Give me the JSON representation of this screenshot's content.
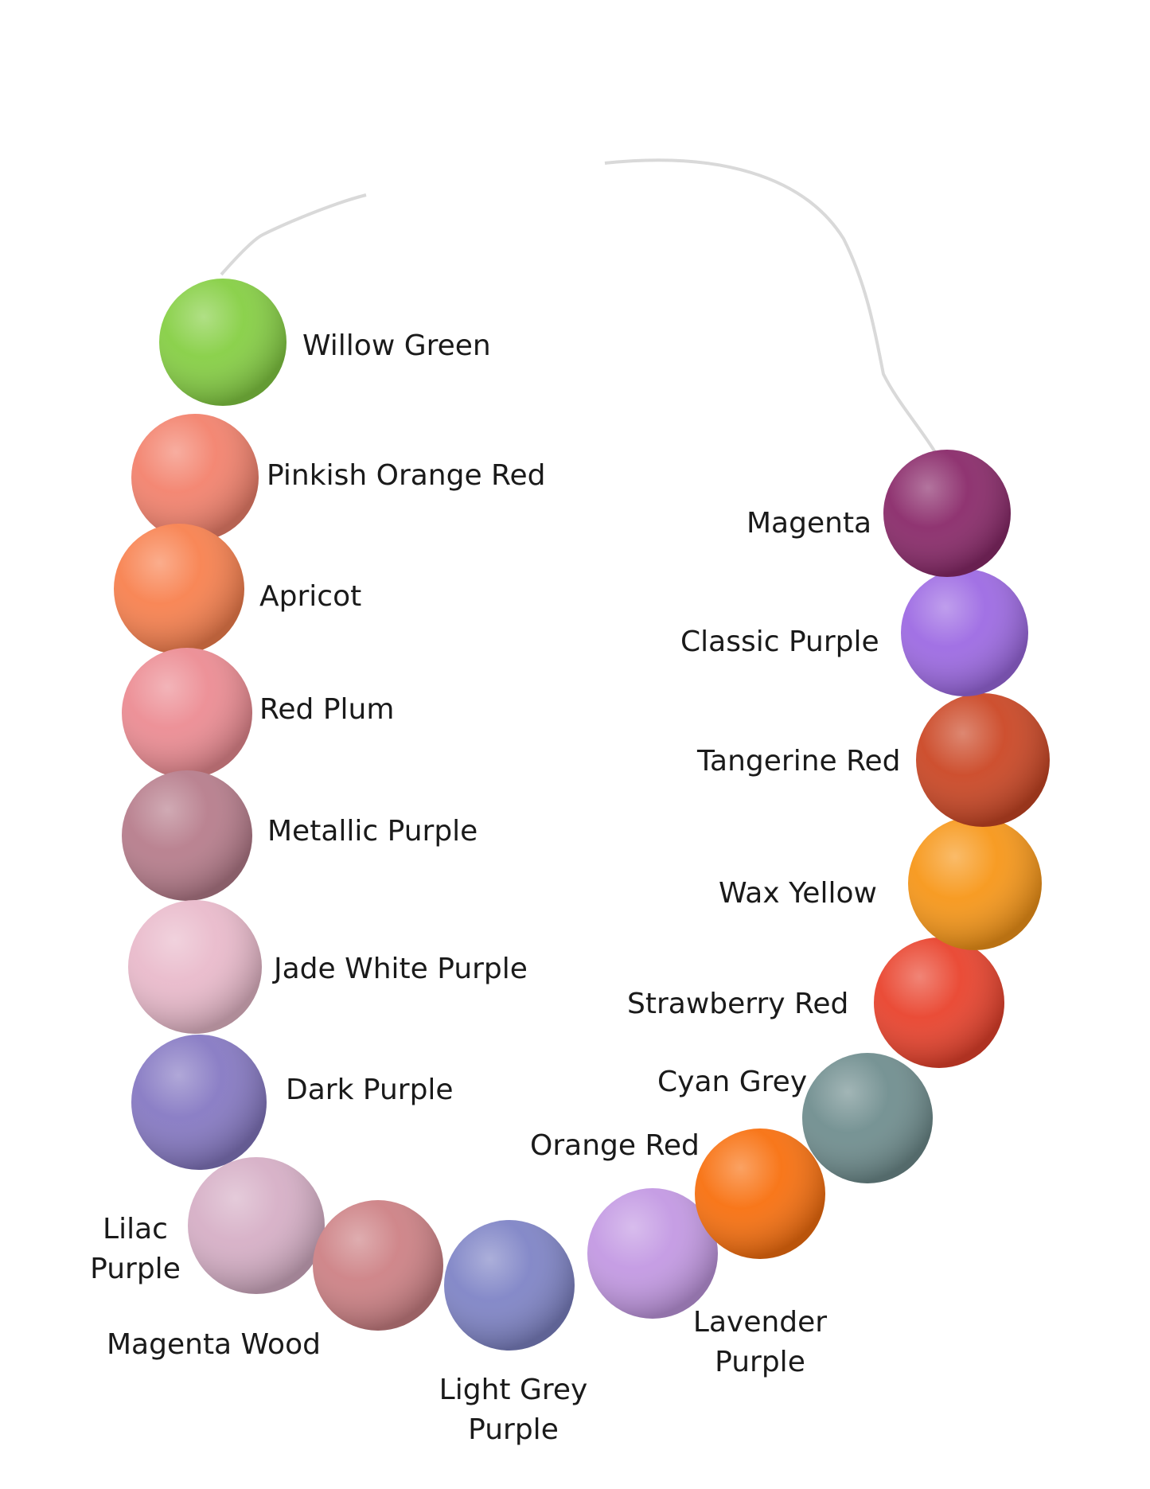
{
  "beads": [
    {
      "name": "Willow Green",
      "color": "#86cf44"
    },
    {
      "name": "Pinkish Orange Red",
      "color": "#f3826d"
    },
    {
      "name": "Apricot",
      "color": "#f8814f"
    },
    {
      "name": "Red Plum",
      "color": "#ec8c93"
    },
    {
      "name": "Metallic Purple",
      "color": "#b77d8c"
    },
    {
      "name": "Jade White Purple",
      "color": "#e9bacb"
    },
    {
      "name": "Dark Purple",
      "color": "#8679c3"
    },
    {
      "name": "Lilac Purple",
      "color": "#d6afc6"
    },
    {
      "name": "Magenta Wood",
      "color": "#cd8185"
    },
    {
      "name": "Light Grey Purple",
      "color": "#7f84c6"
    },
    {
      "name": "Lavender Purple",
      "color": "#c399e3"
    },
    {
      "name": "Orange Red",
      "color": "#f8700f"
    },
    {
      "name": "Cyan Grey",
      "color": "#708e8f"
    },
    {
      "name": "Strawberry Red",
      "color": "#e9432d"
    },
    {
      "name": "Wax Yellow",
      "color": "#f79719"
    },
    {
      "name": "Tangerine Red",
      "color": "#cb4725"
    },
    {
      "name": "Classic Purple",
      "color": "#9d6ae3"
    },
    {
      "name": "Magenta",
      "color": "#8a2a6a"
    }
  ],
  "labels": {
    "willow_green": "Willow Green",
    "pinkish_orange_red": "Pinkish Orange Red",
    "apricot": "Apricot",
    "red_plum": "Red Plum",
    "metallic_purple": "Metallic Purple",
    "jade_white_purple": "Jade White Purple",
    "dark_purple": "Dark Purple",
    "lilac_purple_1": "Lilac",
    "lilac_purple_2": "Purple",
    "magenta_wood": "Magenta Wood",
    "light_grey_purple_1": "Light Grey",
    "light_grey_purple_2": "Purple",
    "lavender_purple_1": "Lavender",
    "lavender_purple_2": "Purple",
    "orange_red": "Orange Red",
    "cyan_grey": "Cyan Grey",
    "strawberry_red": "Strawberry Red",
    "wax_yellow": "Wax Yellow",
    "tangerine_red": "Tangerine Red",
    "classic_purple": "Classic Purple",
    "magenta": "Magenta"
  },
  "string_color": "#d9d9d9"
}
